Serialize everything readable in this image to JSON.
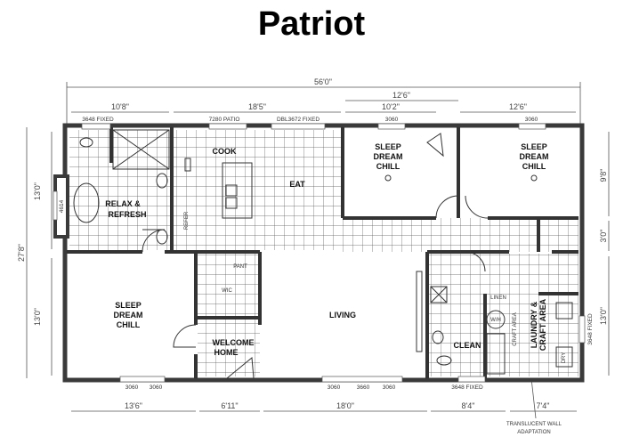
{
  "title": "Patriot",
  "dimensions": {
    "overall_width": "56'0\"",
    "top_span_right_top": "12'6\"",
    "top": [
      "10'8\"",
      "18'5\"",
      "10'2\"",
      "12'6\""
    ],
    "bottom": [
      "13'6\"",
      "6'11\"",
      "18'0\"",
      "8'4\"",
      "7'4\""
    ],
    "left_overall": "27'8\"",
    "left": [
      "13'0\"",
      "13'0\""
    ],
    "right": [
      "9'8\"",
      "3'0\"",
      "13'0\""
    ]
  },
  "windows": {
    "top": [
      "3648 FIXED",
      "7280 PATIO",
      "DBL3672 FIXED",
      "3060",
      "3060"
    ],
    "bottom": [
      "3060",
      "3060",
      "3060",
      "3660",
      "3060",
      "3648 FIXED"
    ],
    "left": "4614",
    "right": "3648 FIXED"
  },
  "rooms": {
    "master_bath": [
      "RELAX &",
      "REFRESH"
    ],
    "kitchen": "COOK",
    "dining": "EAT",
    "bedroom2": [
      "SLEEP",
      "DREAM",
      "CHILL"
    ],
    "bedroom3": [
      "SLEEP",
      "DREAM",
      "CHILL"
    ],
    "bedroom1": [
      "SLEEP",
      "DREAM",
      "CHILL"
    ],
    "living": "LIVING",
    "entry": [
      "WELCOME",
      "HOME"
    ],
    "bath": "CLEAN",
    "laundry": [
      "LAUNDRY &",
      "CRAFT AREA"
    ]
  },
  "fixtures": {
    "pantry": "PANT",
    "closet": "WIC",
    "fridge": "REFER",
    "water_heater": "W/H",
    "linen": "LINEN",
    "dryer": "DRY",
    "craft": "CRAFT AREA"
  },
  "annotation": [
    "TRANSLUCENT WALL",
    "ADAPTATION"
  ]
}
